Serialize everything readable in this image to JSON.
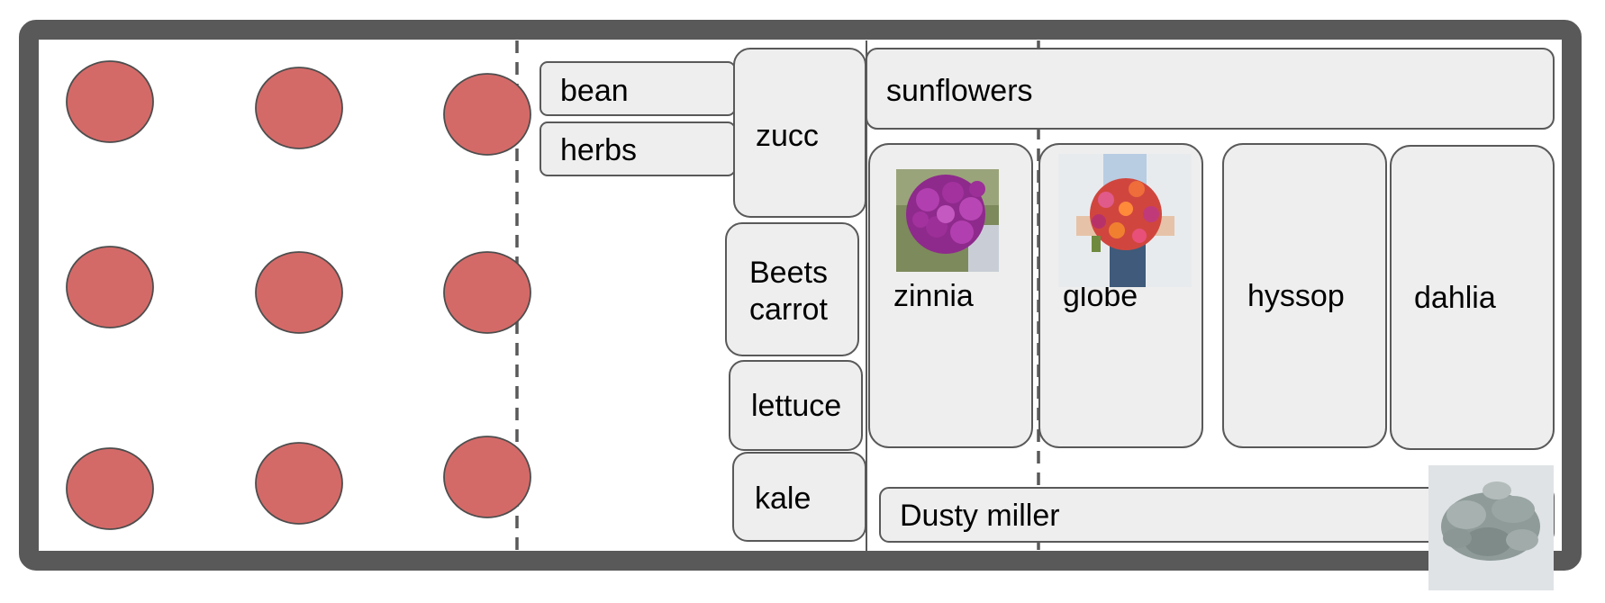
{
  "colors": {
    "frame": "#595959",
    "bed_fill": "#eeeeee",
    "bed_stroke": "#595959",
    "plant_fill": "#d46a68",
    "divider": "#595959"
  },
  "plants": {
    "rows": 3,
    "columns": 3,
    "count": 9
  },
  "beds": {
    "bean": "bean",
    "herbs": "herbs",
    "zucc": "zucc",
    "beets": "Beets",
    "carrot": "carrot",
    "lettuce": "lettuce",
    "kale": "kale",
    "sunflowers": "sunflowers",
    "zinnia": "zinnia",
    "globe": "globe",
    "hyssop": "hyssop",
    "dahlia": "dahlia",
    "dusty_miller": "Dusty miller"
  },
  "photos": [
    {
      "name": "zinnia-bouquet-photo",
      "depicts": "zinnia bouquet"
    },
    {
      "name": "globe-amaranth-bouquet-photo",
      "depicts": "globe amaranth bouquet"
    },
    {
      "name": "dusty-miller-photo",
      "depicts": "dusty miller foliage"
    }
  ]
}
